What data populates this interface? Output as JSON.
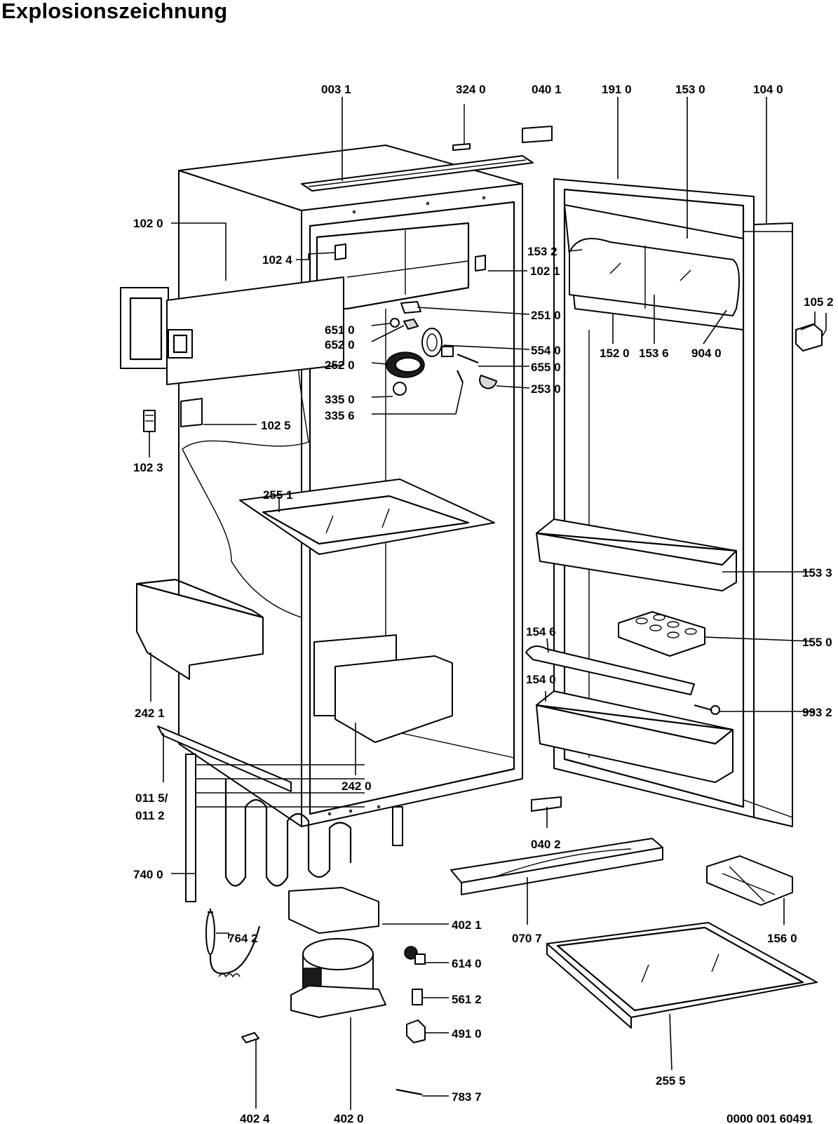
{
  "title": "Explosionszeichnung",
  "doc_number": "0000 001 60491",
  "part_labels": [
    "003 1",
    "324 0",
    "040 1",
    "191 0",
    "153 0",
    "104 0",
    "102 0",
    "102 4",
    "102 1",
    "153 2",
    "105 2",
    "251 0",
    "651 0",
    "652 0",
    "554 0",
    "252 0",
    "655 0",
    "253 0",
    "152 0",
    "153 6",
    "904 0",
    "335 0",
    "335 6",
    "102 5",
    "102 3",
    "255 1",
    "153 3",
    "155 0",
    "154 6",
    "242 1",
    "154 0",
    "993 2",
    "242 0",
    "011 5/",
    "011 2",
    "040 2",
    "740 0",
    "156 0",
    "402 1",
    "070 7",
    "764 2",
    "614 0",
    "561 2",
    "491 0",
    "255 5",
    "783 7",
    "402 4",
    "402 0"
  ]
}
